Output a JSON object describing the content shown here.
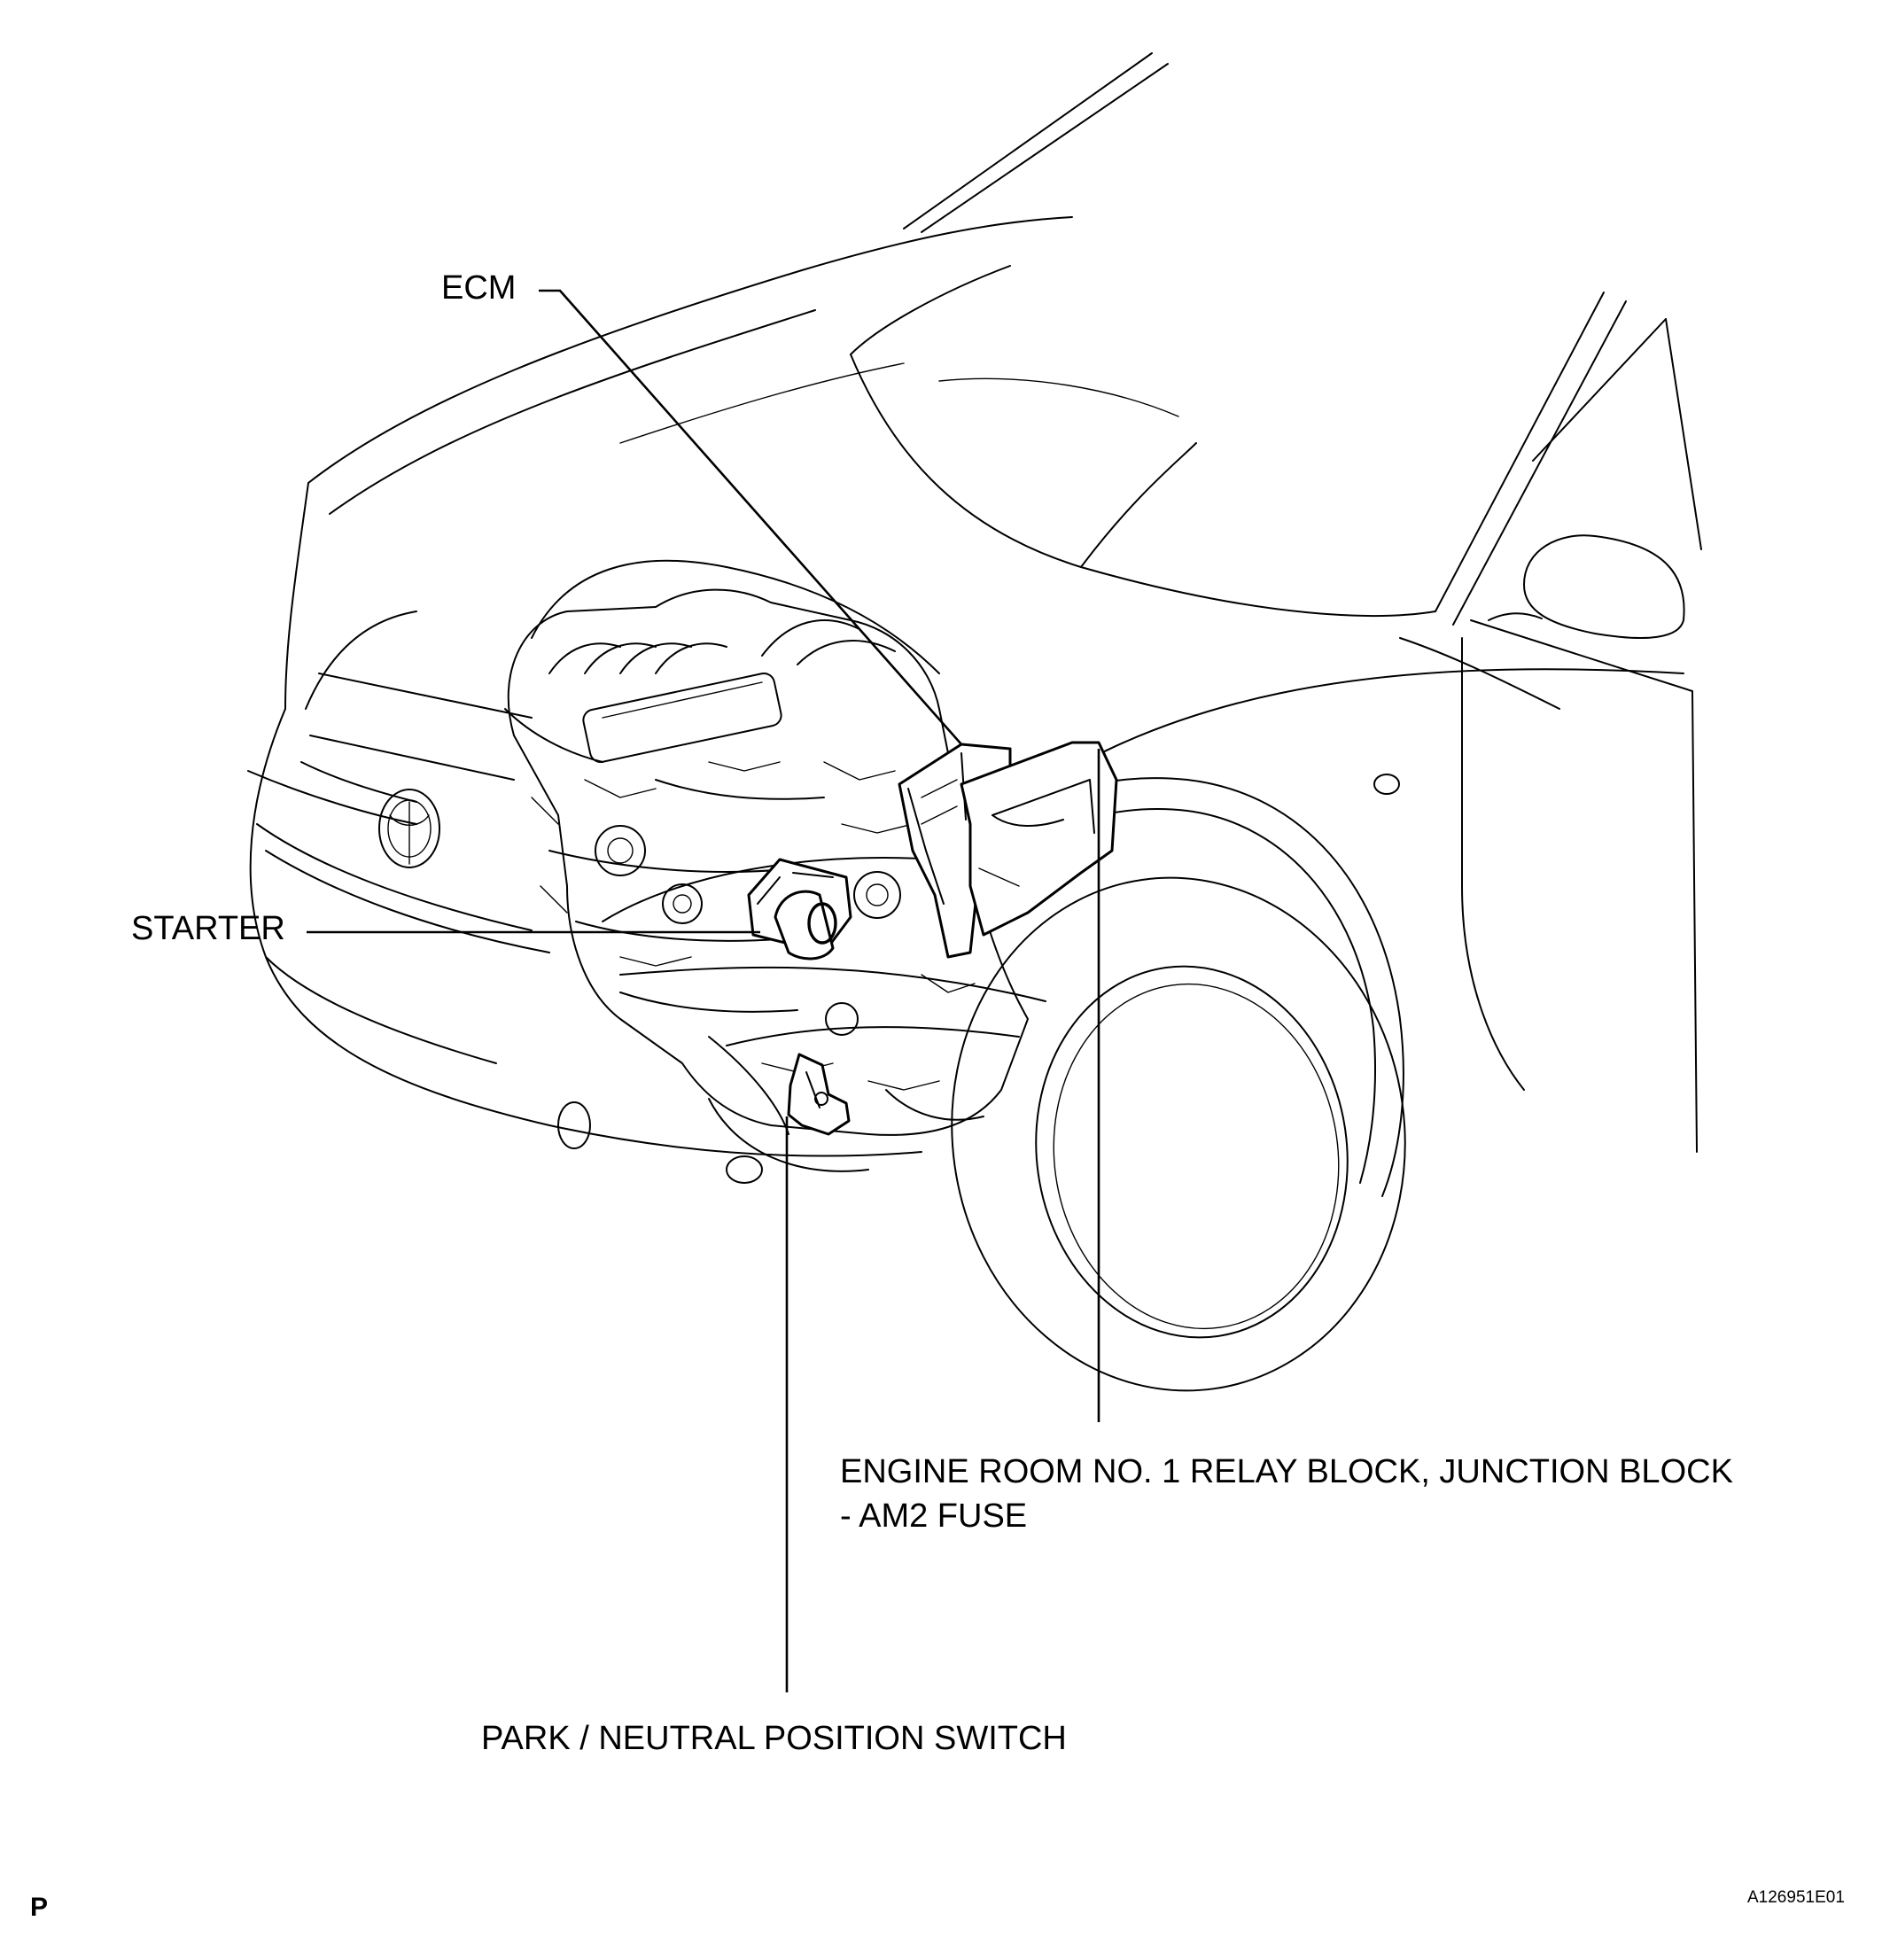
{
  "labels": {
    "ecm": "ECM",
    "starter": "STARTER",
    "relay_block_line1": "ENGINE ROOM NO. 1 RELAY BLOCK, JUNCTION BLOCK",
    "relay_block_line2": "- AM2 FUSE",
    "pnp_switch": "PARK / NEUTRAL POSITION SWITCH"
  },
  "footer": {
    "corner_mark": "P",
    "figure_code": "A126951E01"
  }
}
